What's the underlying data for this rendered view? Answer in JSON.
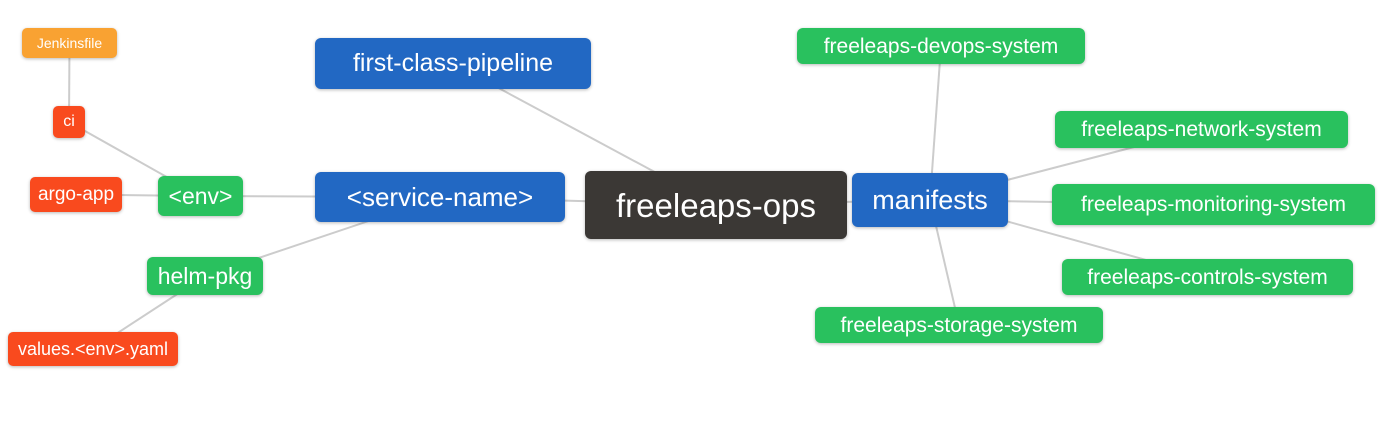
{
  "diagram": {
    "type": "mindmap",
    "root": "freeleaps-ops",
    "palette": {
      "blue": "#2268c3",
      "green": "#29c15e",
      "red": "#f94a1e",
      "orange": "#f9a232",
      "dark": "#3b3835",
      "edge": "#cccccc",
      "text": "#ffffff",
      "background": "#ffffff"
    },
    "nodes": [
      {
        "id": "jenkinsfile",
        "label": "Jenkinsfile",
        "color": "orange"
      },
      {
        "id": "ci",
        "label": "ci",
        "color": "red"
      },
      {
        "id": "argo-app",
        "label": "argo-app",
        "color": "red"
      },
      {
        "id": "env",
        "label": "<env>",
        "color": "green"
      },
      {
        "id": "helm-pkg",
        "label": "helm-pkg",
        "color": "green"
      },
      {
        "id": "values-env-yaml",
        "label": "values.<env>.yaml",
        "color": "red"
      },
      {
        "id": "first-class-pipeline",
        "label": "first-class-pipeline",
        "color": "blue"
      },
      {
        "id": "service-name",
        "label": "<service-name>",
        "color": "blue"
      },
      {
        "id": "freeleaps-ops",
        "label": "freeleaps-ops",
        "color": "dark"
      },
      {
        "id": "manifests",
        "label": "manifests",
        "color": "blue"
      },
      {
        "id": "freeleaps-devops-system",
        "label": "freeleaps-devops-system",
        "color": "green"
      },
      {
        "id": "freeleaps-network-system",
        "label": "freeleaps-network-system",
        "color": "green"
      },
      {
        "id": "freeleaps-monitoring-system",
        "label": "freeleaps-monitoring-system",
        "color": "green"
      },
      {
        "id": "freeleaps-controls-system",
        "label": "freeleaps-controls-system",
        "color": "green"
      },
      {
        "id": "freeleaps-storage-system",
        "label": "freeleaps-storage-system",
        "color": "green"
      }
    ],
    "edges": [
      {
        "from": "jenkinsfile",
        "to": "ci"
      },
      {
        "from": "ci",
        "to": "env"
      },
      {
        "from": "argo-app",
        "to": "env"
      },
      {
        "from": "env",
        "to": "service-name"
      },
      {
        "from": "helm-pkg",
        "to": "service-name"
      },
      {
        "from": "values-env-yaml",
        "to": "helm-pkg"
      },
      {
        "from": "first-class-pipeline",
        "to": "freeleaps-ops"
      },
      {
        "from": "service-name",
        "to": "freeleaps-ops"
      },
      {
        "from": "freeleaps-ops",
        "to": "manifests"
      },
      {
        "from": "manifests",
        "to": "freeleaps-devops-system"
      },
      {
        "from": "manifests",
        "to": "freeleaps-network-system"
      },
      {
        "from": "manifests",
        "to": "freeleaps-monitoring-system"
      },
      {
        "from": "manifests",
        "to": "freeleaps-controls-system"
      },
      {
        "from": "manifests",
        "to": "freeleaps-storage-system"
      }
    ]
  }
}
